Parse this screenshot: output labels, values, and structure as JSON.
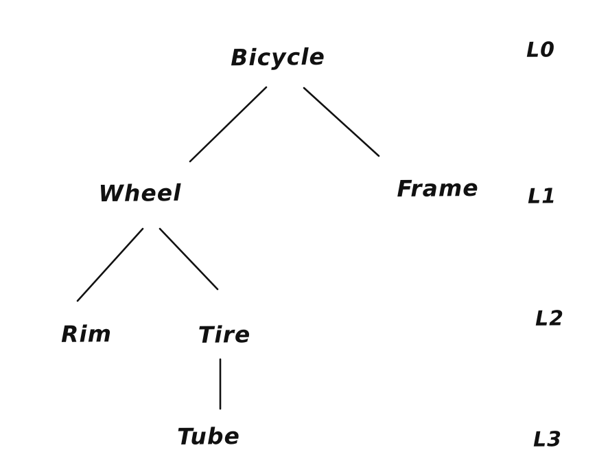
{
  "diagram": {
    "type": "tree",
    "title": "",
    "colors": {
      "ink": "#111111",
      "background": "#ffffff"
    },
    "nodes": [
      {
        "id": "bicycle",
        "label": "Bicycle",
        "level": 0
      },
      {
        "id": "wheel",
        "label": "Wheel",
        "level": 1
      },
      {
        "id": "frame",
        "label": "Frame",
        "level": 1
      },
      {
        "id": "rim",
        "label": "Rim",
        "level": 2
      },
      {
        "id": "tire",
        "label": "Tire",
        "level": 2
      },
      {
        "id": "tube",
        "label": "Tube",
        "level": 3
      }
    ],
    "edges": [
      {
        "from": "Bicycle",
        "to": "Wheel"
      },
      {
        "from": "Bicycle",
        "to": "Frame"
      },
      {
        "from": "Wheel",
        "to": "Rim"
      },
      {
        "from": "Wheel",
        "to": "Tire"
      },
      {
        "from": "Tire",
        "to": "Tube"
      }
    ],
    "level_labels": [
      {
        "label": "L0"
      },
      {
        "label": "L1"
      },
      {
        "label": "L2"
      },
      {
        "label": "L3"
      }
    ]
  }
}
